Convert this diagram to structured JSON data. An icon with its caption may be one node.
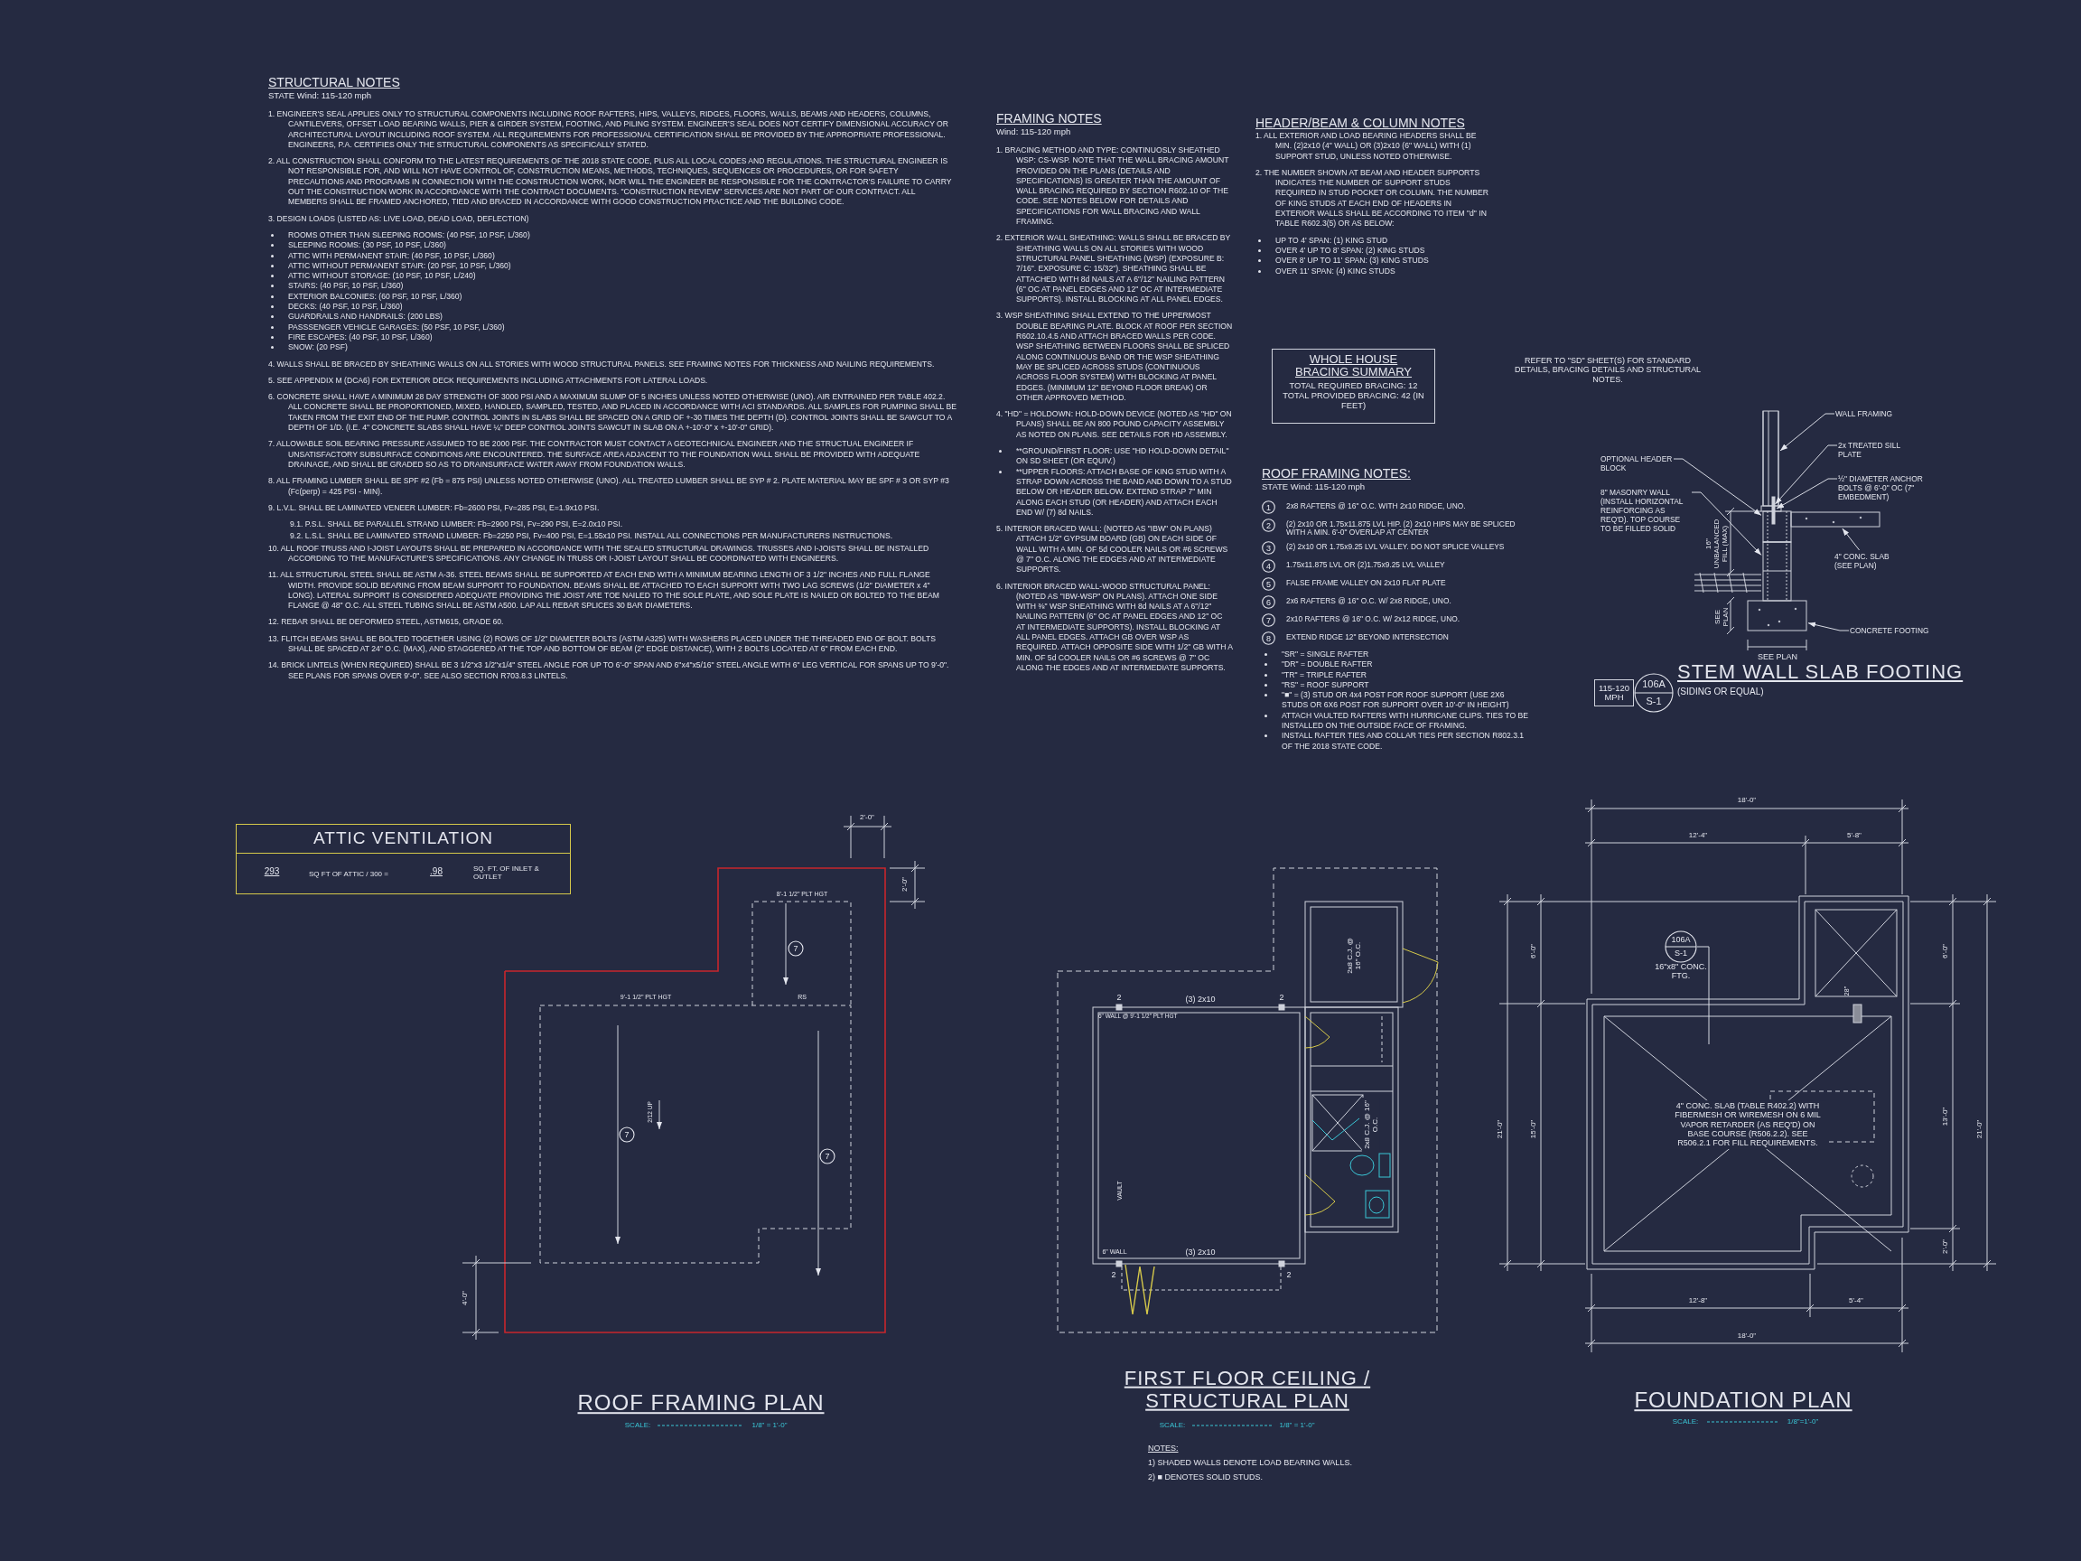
{
  "diagram": {
    "nodes": [
      {
        "text": [
          "ATTIC VENTILATION",
          "293",
          "SQ FT OF ATTIC / 300 =",
          ".98",
          "SQ. FT. OF INLET & OUTLET"
        ]
      },
      {
        "text": [
          "WHOLE HOUSE BRACING SUMMARY",
          "TOTAL REQUIRED BRACING: 12 TOTAL PROVIDED BRACING: 42 (IN FEET)"
        ]
      },
      {
        "text": [
          "1"
        ],
        "beside": [
          "2x8 RAFTERS @ 16\" O.C. WITH 2x10 RIDGE, UNO."
        ]
      },
      {
        "text": [
          "2"
        ],
        "beside": [
          "(2) 2x10 OR 1.75x11.875 LVL HIP. (2) 2x10 HIPS MAY BE SPLICED WITH A MIN. 6'-0\" OVERLAP AT CENTER"
        ]
      },
      {
        "text": [
          "3"
        ],
        "beside": [
          "(2) 2x10 OR 1.75x9.25 LVL VALLEY. DO NOT SPLICE VALLEYS"
        ]
      },
      {
        "text": [
          "4"
        ],
        "beside": [
          "1.75x11.875 LVL OR (2)1.75x9.25 LVL VALLEY"
        ]
      },
      {
        "text": [
          "5"
        ],
        "beside": [
          "FALSE FRAME VALLEY ON 2x10 FLAT PLATE"
        ]
      },
      {
        "text": [
          "6"
        ],
        "beside": [
          "2x6 RAFTERS @ 16\" O.C. W/ 2x8 RIDGE, UNO."
        ]
      },
      {
        "text": [
          "7"
        ],
        "beside": [
          "2x10 RAFTERS @ 16\" O.C. W/ 2x12 RIDGE, UNO."
        ]
      },
      {
        "text": [
          "8"
        ],
        "beside": [
          "EXTEND RIDGE 12\" BEYOND INTERSECTION"
        ]
      },
      {
        "text": [
          "WALL FRAMING"
        ]
      },
      {
        "text": [
          "2x TREATED SILL PLATE"
        ]
      },
      {
        "text": [
          "OPTIONAL HEADER BLOCK"
        ]
      },
      {
        "text": [
          "½\" DIAMETER ANCHOR BOLTS @ 6'-0\" OC (7\" EMBEDMENT)"
        ]
      },
      {
        "text": [
          "8\" MASONRY WALL (INSTALL HORIZONTAL REINFORCING AS REQ'D). TOP COURSE TO BE FILLED SOLID"
        ]
      },
      {
        "text": [
          "4\" CONC. SLAB (SEE PLAN)"
        ]
      },
      {
        "text": [
          "CONCRETE FOOTING"
        ]
      },
      {
        "text": [
          "115-120 MPH"
        ]
      },
      {
        "text": [
          "106A",
          "S-1"
        ]
      },
      {
        "text": [
          "7"
        ]
      },
      {
        "text": [
          "7"
        ]
      },
      {
        "text": [
          "7"
        ]
      },
      {
        "text": [
          "106A",
          "S-1"
        ],
        "beside": [
          "16\"x8\" CONC. FTG."
        ]
      },
      {
        "text": [],
        "shape": "box"
      },
      {
        "text": [],
        "shape": "box"
      },
      {
        "text": [],
        "shape": "box"
      },
      {
        "text": [],
        "shape": "bar"
      },
      {
        "text": [],
        "shape": "box"
      },
      {
        "text": [],
        "shape": "box"
      },
      {
        "text": [],
        "shape": "box"
      }
    ],
    "edges": [
      {
        "from": 10,
        "to": 23,
        "arrow": "to"
      },
      {
        "from": 11,
        "to": 24,
        "arrow": "to"
      },
      {
        "from": 12,
        "to": 25,
        "arrow": "to"
      },
      {
        "from": 13,
        "to": 26,
        "arrow": "to"
      },
      {
        "from": 14,
        "to": 27,
        "arrow": "to"
      },
      {
        "from": 15,
        "to": 28,
        "arrow": "to"
      },
      {
        "from": 16,
        "to": 29,
        "arrow": "to"
      },
      {
        "from": 22,
        "to": null,
        "arrow": "none"
      }
    ],
    "labels": [
      "STRUCTURAL NOTES",
      "STATE Wind: 115-120 mph",
      "1. ENGINEER'S SEAL APPLIES ONLY TO STRUCTURAL COMPONENTS INCLUDING ROOF RAFTERS, HIPS, VALLEYS, RIDGES, FLOORS, WALLS, BEAMS AND HEADERS, COLUMNS, CANTILEVERS, OFFSET LOAD BEARING WALLS, PIER & GIRDER SYSTEM, FOOTING, AND PILING SYSTEM. ENGINEER'S SEAL DOES NOT CERTIFY DIMENSIONAL ACCURACY OR ARCHITECTURAL LAYOUT INCLUDING ROOF SYSTEM. ALL REQUIREMENTS FOR PROFESSIONAL CERTIFICATION SHALL BE PROVIDED BY THE APPROPRIATE PROFESSIONAL. ENGINEERS, P.A. CERTIFIES ONLY THE STRUCTURAL COMPONENTS AS SPECIFICALLY STATED.",
      "2. ALL CONSTRUCTION SHALL CONFORM TO THE LATEST REQUIREMENTS OF THE 2018 STATE CODE, PLUS ALL LOCAL CODES AND REGULATIONS. THE STRUCTURAL ENGINEER IS NOT RESPONSIBLE FOR, AND WILL NOT HAVE CONTROL OF, CONSTRUCTION MEANS, METHODS, TECHNIQUES, SEQUENCES OR PROCEDURES, OR FOR SAFETY PRECAUTIONS AND PROGRAMS IN CONNECTION WITH THE CONSTRUCTION WORK, NOR WILL THE ENGINEER BE RESPONSIBLE FOR THE CONTRACTOR'S FAILURE TO CARRY OUT THE CONSTRUCTION WORK IN ACCORDANCE WITH THE CONTRACT DOCUMENTS. \"CONSTRUCTION REVIEW\" SERVICES ARE NOT PART OF OUR CONTRACT. ALL MEMBERS SHALL BE FRAMED ANCHORED, TIED AND BRACED IN ACCORDANCE WITH GOOD CONSTRUCTION PRACTICE AND THE BUILDING CODE.",
      "3. DESIGN LOADS (LISTED AS: LIVE LOAD, DEAD LOAD, DEFLECTION)",
      "ROOMS OTHER THAN SLEEPING ROOMS: (40 PSF, 10 PSF, L/360)",
      "SLEEPING ROOMS: (30 PSF, 10 PSF, L/360)",
      "ATTIC WITH PERMANENT STAIR: (40 PSF, 10 PSF, L/360)",
      "ATTIC WITHOUT PERMANENT STAIR: (20 PSF, 10 PSF, L/360)",
      "ATTIC WITHOUT STORAGE: (10 PSF, 10 PSF, L/240)",
      "STAIRS: (40 PSF, 10 PSF, L/360)",
      "EXTERIOR BALCONIES: (60 PSF, 10 PSF, L/360)",
      "DECKS: (40 PSF, 10 PSF, L/360)",
      "GUARDRAILS AND HANDRAILS: (200 LBS)",
      "PASSSENGER VEHICLE GARAGES: (50 PSF, 10 PSF, L/360)",
      "FIRE ESCAPES: (40 PSF, 10 PSF, L/360)",
      "SNOW: (20 PSF)",
      "4. WALLS SHALL BE BRACED BY SHEATHING WALLS ON ALL STORIES WITH WOOD STRUCTURAL PANELS. SEE FRAMING NOTES FOR THICKNESS AND NAILING REQUIREMENTS.",
      "5. SEE APPENDIX M (DCA6) FOR EXTERIOR DECK REQUIREMENTS INCLUDING ATTACHMENTS FOR LATERAL LOADS.",
      "6. CONCRETE SHALL HAVE A MINIMUM 28 DAY STRENGTH OF 3000 PSI AND A MAXIMUM SLUMP OF 5 INCHES UNLESS NOTED OTHERWISE (UNO). AIR ENTRAINED PER TABLE 402.2. ALL CONCRETE SHALL BE PROPORTIONED, MIXED, HANDLED, SAMPLED, TESTED, AND PLACED IN ACCORDANCE WITH ACI STANDARDS. ALL SAMPLES FOR PUMPING SHALL BE TAKEN FROM THE EXIT END OF THE PUMP. CONTROL JOINTS IN SLABS SHALL BE SPACED ON A GRID OF +-30 TIMES THE DEPTH (D). CONTROL JOINTS SHALL BE SAWCUT TO A DEPTH OF 1/D. (I.E. 4\" CONCRETE SLABS SHALL HAVE ¼\" DEEP CONTROL JOINTS SAWCUT IN SLAB ON A +-10'-0\" x +-10'-0\" GRID).",
      "7. ALLOWABLE SOIL BEARING PRESSURE ASSUMED TO BE 2000 PSF. THE CONTRACTOR MUST CONTACT A GEOTECHNICAL ENGINEER AND THE STRUCTUAL ENGINEER IF UNSATISFACTORY SUBSURFACE CONDITIONS ARE ENCOUNTERED. THE SURFACE AREA ADJACENT TO THE FOUNDATION WALL SHALL BE PROVIDED WITH ADEQUATE DRAINAGE, AND SHALL BE GRADED SO AS TO DRAINSURFACE WATER AWAY FROM FOUNDATION WALLS.",
      "8. ALL FRAMING LUMBER SHALL BE SPF #2 (Fb = 875 PSI) UNLESS NOTED OTHERWISE (UNO). ALL TREATED LUMBER SHALL BE SYP # 2. PLATE MATERIAL MAY BE SPF # 3 OR SYP #3 (Fc(perp) = 425 PSI - MIN).",
      "9. L.V.L. SHALL BE LAMINATED VENEER LUMBER: Fb=2600 PSI, Fv=285 PSI, E=1.9x10 PSI.",
      "9.1. P.S.L. SHALL BE PARALLEL STRAND LUMBER: Fb=2900 PSI, Fv=290 PSI, E=2.0x10 PSI.",
      "9.2. L.S.L. SHALL BE LAMINATED STRAND LUMBER: Fb=2250 PSI, Fv=400 PSI, E=1.55x10 PSI. INSTALL ALL CONNECTIONS PER MANUFACTURERS INSTRUCTIONS.",
      "10. ALL ROOF TRUSS AND I-JOIST LAYOUTS SHALL BE PREPARED IN ACCORDANCE WITH THE SEALED STRUCTURAL DRAWINGS. TRUSSES AND I-JOISTS SHALL BE INSTALLED ACCORDING TO THE MANUFACTURE'S SPECIFICATIONS. ANY CHANGE IN TRUSS OR I-JOIST LAYOUT SHALL BE COORDINATED WITH ENGINEERS.",
      "11. ALL STRUCTURAL STEEL SHALL BE ASTM A-36. STEEL BEAMS SHALL BE SUPPORTED AT EACH END WITH A MINIMUM BEARING LENGTH OF 3 1/2\" INCHES AND FULL FLANGE WIDTH. PROVIDE SOLID BEARING FROM BEAM SUPPORT TO FOUNDATION. BEAMS SHALL BE ATTACHED TO EACH SUPPORT WITH TWO LAG SCREWS (1/2\" DIAMETER x 4\" LONG). LATERAL SUPPORT IS CONSIDERED ADEQUATE PROVIDING THE JOIST ARE TOE NAILED TO THE SOLE PLATE, AND SOLE PLATE IS NAILED OR BOLTED TO THE BEAM FLANGE @ 48\" O.C. ALL STEEL TUBING SHALL BE ASTM A500. LAP ALL REBAR SPLICES 30 BAR DIAMETERS.",
      "12. REBAR SHALL BE DEFORMED STEEL, ASTM615, GRADE 60.",
      "13. FLITCH BEAMS SHALL BE BOLTED TOGETHER USING (2) ROWS OF 1/2\" DIAMETER BOLTS (ASTM A325) WITH WASHERS PLACED UNDER THE THREADED END OF BOLT. BOLTS SHALL BE SPACED AT 24\" O.C. (MAX), AND STAGGERED AT THE TOP AND BOTTOM OF BEAM (2\" EDGE DISTANCE), WITH 2 BOLTS LOCATED AT 6\" FROM EACH END.",
      "14. BRICK LINTELS (WHEN REQUIRED) SHALL BE 3 1/2\"x3 1/2\"x1/4\" STEEL ANGLE FOR UP TO 6'-0\" SPAN AND 6\"x4\"x5/16\" STEEL ANGLE WITH 6\" LEG VERTICAL FOR SPANS UP TO 9'-0\". SEE PLANS FOR SPANS OVER 9'-0\". SEE ALSO SECTION R703.8.3 LINTELS.",
      "FRAMING NOTES",
      "Wind: 115-120 mph",
      "1. BRACING METHOD AND TYPE: CONTINUOSLY SHEATHED WSP: CS-WSP. NOTE THAT THE WALL BRACING AMOUNT PROVIDED ON THE PLANS (DETAILS AND SPECIFICATIONS) IS GREATER THAN THE AMOUNT OF WALL BRACING REQUIRED BY SECTION R602.10 OF THE CODE. SEE NOTES BELOW FOR DETAILS AND SPECIFICATIONS FOR WALL BRACING AND WALL FRAMING.",
      "2. EXTERIOR WALL SHEATHING: WALLS SHALL BE BRACED BY SHEATHING WALLS ON ALL STORIES WITH WOOD STRUCTURAL PANEL SHEATHING (WSP) (EXPOSURE B: 7/16\". EXPOSURE C: 15/32\"). SHEATHING SHALL BE ATTACHED WITH 8d NAILS AT A 6\"/12\" NAILING PATTERN (6\" OC AT PANEL EDGES AND 12\" OC AT INTERMEDIATE SUPPORTS). INSTALL BLOCKING AT ALL PANEL EDGES.",
      "3. WSP SHEATHING SHALL EXTEND TO THE UPPERMOST DOUBLE BEARING PLATE. BLOCK AT ROOF PER SECTION R602.10.4.5 AND ATTACH BRACED WALLS PER CODE. WSP SHEATHING BETWEEN FLOORS SHALL BE SPLICED ALONG CONTINUOUS BAND OR THE WSP SHEATHING MAY BE SPLICED ACROSS STUDS (CONTINUOUS ACROSS FLOOR SYSTEM) WITH BLOCKING AT PANEL EDGES. (MINIMUM 12\" BEYOND FLOOR BREAK) OR OTHER APPROVED METHOD.",
      "4. \"HD\" = HOLDOWN: HOLD-DOWN DEVICE (NOTED AS \"HD\" ON PLANS) SHALL BE AN 800 POUND CAPACITY ASSEMBLY AS NOTED ON PLANS. SEE DETAILS FOR HD ASSEMBLY.",
      "**GROUND/FIRST FLOOR: USE \"HD HOLD-DOWN DETAIL\" ON SD SHEET (OR EQUIV.)",
      "**UPPER FLOORS: ATTACH BASE OF KING STUD WITH A STRAP DOWN ACROSS THE BAND AND DOWN TO A STUD BELOW OR HEADER BELOW. EXTEND STRAP 7\" MIN ALONG EACH STUD (OR HEADER) AND ATTACH EACH END W/ (7) 8d NAILS.",
      "5. INTERIOR BRACED WALL: (NOTED AS \"IBW\" ON PLANS) ATTACH 1/2\" GYPSUM BOARD (GB) ON EACH SIDE OF WALL WITH A MIN. OF 5d COOLER NAILS OR #6 SCREWS @ 7\" O.C. ALONG THE EDGES AND AT INTERMEDIATE SUPPORTS.",
      "6. INTERIOR BRACED WALL-WOOD STRUCTURAL PANEL: (NOTED AS \"IBW-WSP\" ON PLANS). ATTACH ONE SIDE WITH ⅜\" WSP SHEATHING WITH 8d NAILS AT A 6\"/12\" NAILING PATTERN (6\" OC AT PANEL EDGES AND 12\" OC AT INTERMEDIATE SUPPORTS). INSTALL BLOCKING AT ALL PANEL EDGES. ATTACH GB OVER WSP AS REQUIRED. ATTACH OPPOSITE SIDE WITH 1/2\" GB WITH A MIN. OF 5d COOLER NAILS OR #6 SCREWS @ 7\" OC ALONG THE EDGES AND AT INTERMEDIATE SUPPORTS.",
      "HEADER/BEAM & COLUMN NOTES",
      "1. ALL EXTERIOR AND LOAD BEARING HEADERS SHALL BE MIN. (2)2x10 (4\" WALL) OR (3)2x10 (6\" WALL) WITH (1) SUPPORT STUD, UNLESS NOTED OTHERWISE.",
      "2. THE NUMBER SHOWN AT BEAM AND HEADER SUPPORTS INDICATES THE NUMBER OF SUPPORT STUDS REQUIRED IN STUD POCKET OR COLUMN. THE NUMBER OF KING STUDS AT EACH END OF HEADERS IN EXTERIOR WALLS SHALL BE ACCORDING TO ITEM \"d\" IN TABLE R602.3(5) OR AS BELOW:",
      "UP TO 4' SPAN: (1) KING STUD",
      "OVER 4' UP TO 8' SPAN: (2) KING STUDS",
      "OVER 8' UP TO 11' SPAN: (3) KING STUDS",
      "OVER 11' SPAN: (4) KING STUDS",
      "REFER TO \"SD\" SHEET(S) FOR STANDARD DETAILS, BRACING DETAILS AND STRUCTURAL NOTES.",
      "ROOF FRAMING NOTES:",
      "STATE Wind: 115-120 mph",
      "\"SR\" = SINGLE RAFTER",
      "\"DR\" = DOUBLE RAFTER",
      "\"TR\" = TRIPLE RAFTER",
      "\"RS\" = ROOF SUPPORT",
      "\"■\" = (3) STUD OR 4x4 POST FOR ROOF SUPPORT (USE 2X6 STUDS OR 6X6 POST FOR SUPPORT OVER 10'-0\" IN HEIGHT)",
      "ATTACH VAULTED RAFTERS WITH HURRICANE CLIPS. TIES TO BE INSTALLED ON THE OUTSIDE FACE OF FRAMING.",
      "INSTALL RAFTER TIES AND COLLAR TIES PER SECTION R802.3.1 OF THE 2018 STATE CODE.",
      "16\" UNBALANCED FILL (MAX)",
      "SEE PLAN",
      "SEE PLAN",
      "STEM WALL SLAB FOOTING",
      "(SIDING OR EQUAL)",
      "2'-0\"",
      "2'-0\"",
      "8'-1 1/2\" PLT HGT",
      "9'-1 1/2\" PLT HGT",
      "RS",
      "2/12 UP",
      "4'-0\"",
      "ROOF FRAMING PLAN",
      "SCALE:",
      "1/8\" = 1'-0\"",
      "2",
      "(3) 2x10",
      "2",
      "2x8 C.J. @ 16\" O.C.",
      "6\" WALL @ 9'-1 1/2\" PLT HGT",
      "2x8 C.J. @ 16\" O.C.",
      "VAULT",
      "6\" WALL",
      "(3) 2x10",
      "2",
      "2",
      "FIRST FLOOR CEILING / STRUCTURAL PLAN",
      "SCALE:",
      "1/8\" = 1'-0\"",
      "NOTES:",
      "1) SHADED WALLS DENOTE LOAD BEARING WALLS.",
      "2) ■ DENOTES SOLID STUDS.",
      "18'-0\"",
      "12'-4\"",
      "5'-8\"",
      "6'-0\"",
      "21'-0\"",
      "15'-0\"",
      "4\" CONC. SLAB (TABLE R402.2) WITH FIBERMESH OR WIREMESH ON 6 MIL VAPOR RETARDER (AS REQ'D) ON BASE COURSE (R506.2.2). SEE R506.2.1 FOR FILL REQUIREMENTS.",
      "28\"",
      "6'-0\"",
      "21'-0\"",
      "13'-0\"",
      "2'-0\"",
      "12'-8\"",
      "5'-4\"",
      "18'-0\"",
      "FOUNDATION PLAN",
      "SCALE:",
      "1/8\"=1'-0\""
    ]
  }
}
